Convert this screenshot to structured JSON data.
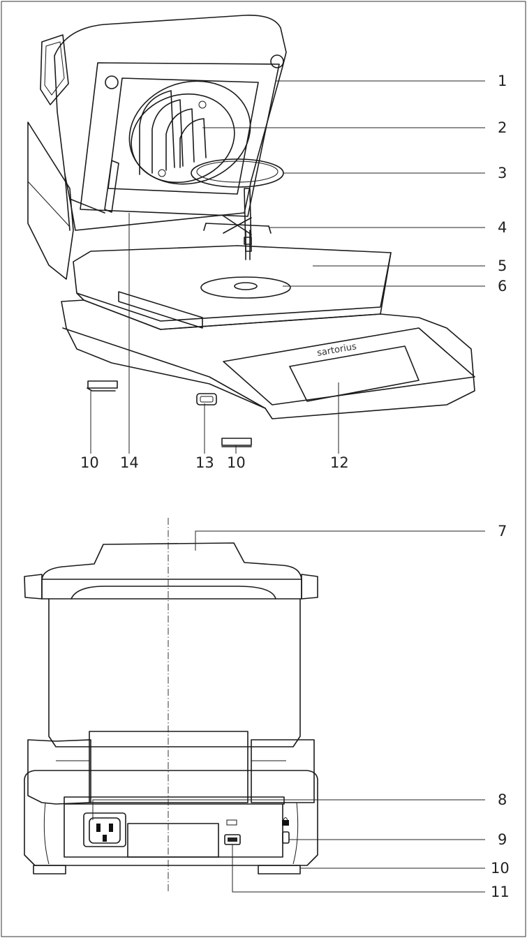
{
  "top_view": {
    "brand_text": "sartorius",
    "callouts_right": [
      {
        "id": "c1",
        "text": "1"
      },
      {
        "id": "c2",
        "text": "2"
      },
      {
        "id": "c3",
        "text": "3"
      },
      {
        "id": "c4",
        "text": "4"
      },
      {
        "id": "c5",
        "text": "5"
      },
      {
        "id": "c6",
        "text": "6"
      }
    ],
    "callouts_bottom": [
      {
        "id": "c10a",
        "text": "10"
      },
      {
        "id": "c14",
        "text": "14"
      },
      {
        "id": "c13",
        "text": "13"
      },
      {
        "id": "c10b",
        "text": "10"
      },
      {
        "id": "c12",
        "text": "12"
      }
    ]
  },
  "rear_view": {
    "callouts_right": [
      {
        "id": "c7",
        "text": "7"
      },
      {
        "id": "c8",
        "text": "8"
      },
      {
        "id": "c9",
        "text": "9"
      },
      {
        "id": "c10c",
        "text": "10"
      },
      {
        "id": "c11",
        "text": "11"
      }
    ]
  },
  "icons": [
    "lattice-mesh-pattern",
    "power-socket-icon",
    "usb-port-icon",
    "lock-icon",
    "knurled-foot-icon"
  ]
}
